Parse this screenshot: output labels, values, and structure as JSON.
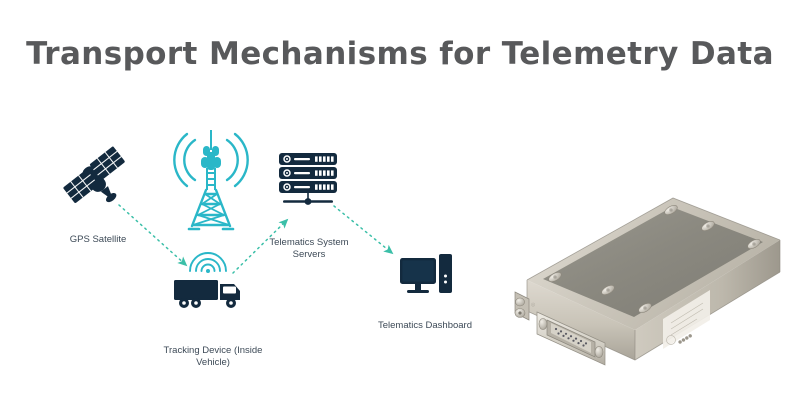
{
  "page": {
    "title": "Transport Mechanisms for Telemetry Data",
    "background_color": "#ffffff",
    "title_color": "#58595b"
  },
  "palette": {
    "dark_navy": "#132a3e",
    "teal": "#2ab7c8",
    "teal_dark": "#1aa0b4",
    "arrow_teal": "#3bbfa8",
    "label_text": "#3d4a57",
    "device_body": "#cdc8bd",
    "device_top": "#8d8d86",
    "device_highlight": "#e8e4dc"
  },
  "diagram": {
    "nodes": [
      {
        "id": "gps-satellite",
        "icon": "satellite-icon",
        "label": "GPS Satellite",
        "color": "#132a3e"
      },
      {
        "id": "cell-tower",
        "icon": "cell-tower-icon",
        "label": "",
        "color": "#2ab7c8"
      },
      {
        "id": "telematics-servers",
        "icon": "server-stack-icon",
        "label": "Telematics System\nServers",
        "color": "#132a3e"
      },
      {
        "id": "tracking-device",
        "icon": "truck-icon",
        "label": "Tracking Device (Inside\nVehicle)",
        "color": "#132a3e"
      },
      {
        "id": "telematics-dashboard",
        "icon": "desktop-computer-icon",
        "label": "Telematics Dashboard",
        "color": "#132a3e"
      }
    ],
    "connections": [
      {
        "id": "satellite-to-vehicle",
        "from": "gps-satellite",
        "to": "tracking-device",
        "style": "dotted",
        "color": "#3bbfa8",
        "arrowhead": "end"
      },
      {
        "id": "vehicle-to-servers",
        "from": "tracking-device",
        "to": "telematics-servers",
        "style": "dotted",
        "color": "#3bbfa8",
        "arrowhead": "end"
      },
      {
        "id": "servers-to-dashboard",
        "from": "telematics-servers",
        "to": "telematics-dashboard",
        "style": "dotted",
        "color": "#3bbfa8",
        "arrowhead": "end"
      }
    ]
  },
  "product_photo": {
    "name": "telemetry-transmitter-unit",
    "description": "metal enclosure with DB-25 connector",
    "label_text": ""
  }
}
